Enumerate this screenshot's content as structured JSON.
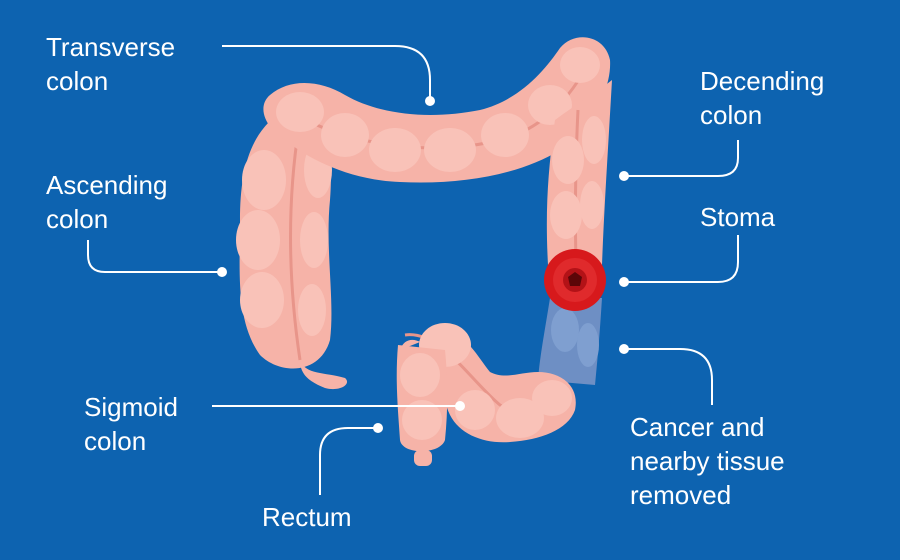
{
  "colors": {
    "background": "#0d63b0",
    "colon": "#f6b3a8",
    "colon_shadow": "#e8958a",
    "colon_highlight": "#fbd0c8",
    "stoma": "#d7191c",
    "stoma_center": "#8e0c10",
    "removed_section": "#6e8fc4",
    "line": "#ffffff"
  },
  "labels": {
    "transverse": [
      "Transverse",
      "colon"
    ],
    "ascending": [
      "Ascending",
      "colon"
    ],
    "sigmoid": [
      "Sigmoid",
      "colon"
    ],
    "rectum": [
      "Rectum"
    ],
    "descending": [
      "Decending",
      "colon"
    ],
    "stoma": [
      "Stoma"
    ],
    "removed": [
      "Cancer and",
      "nearby tissue",
      "removed"
    ]
  }
}
